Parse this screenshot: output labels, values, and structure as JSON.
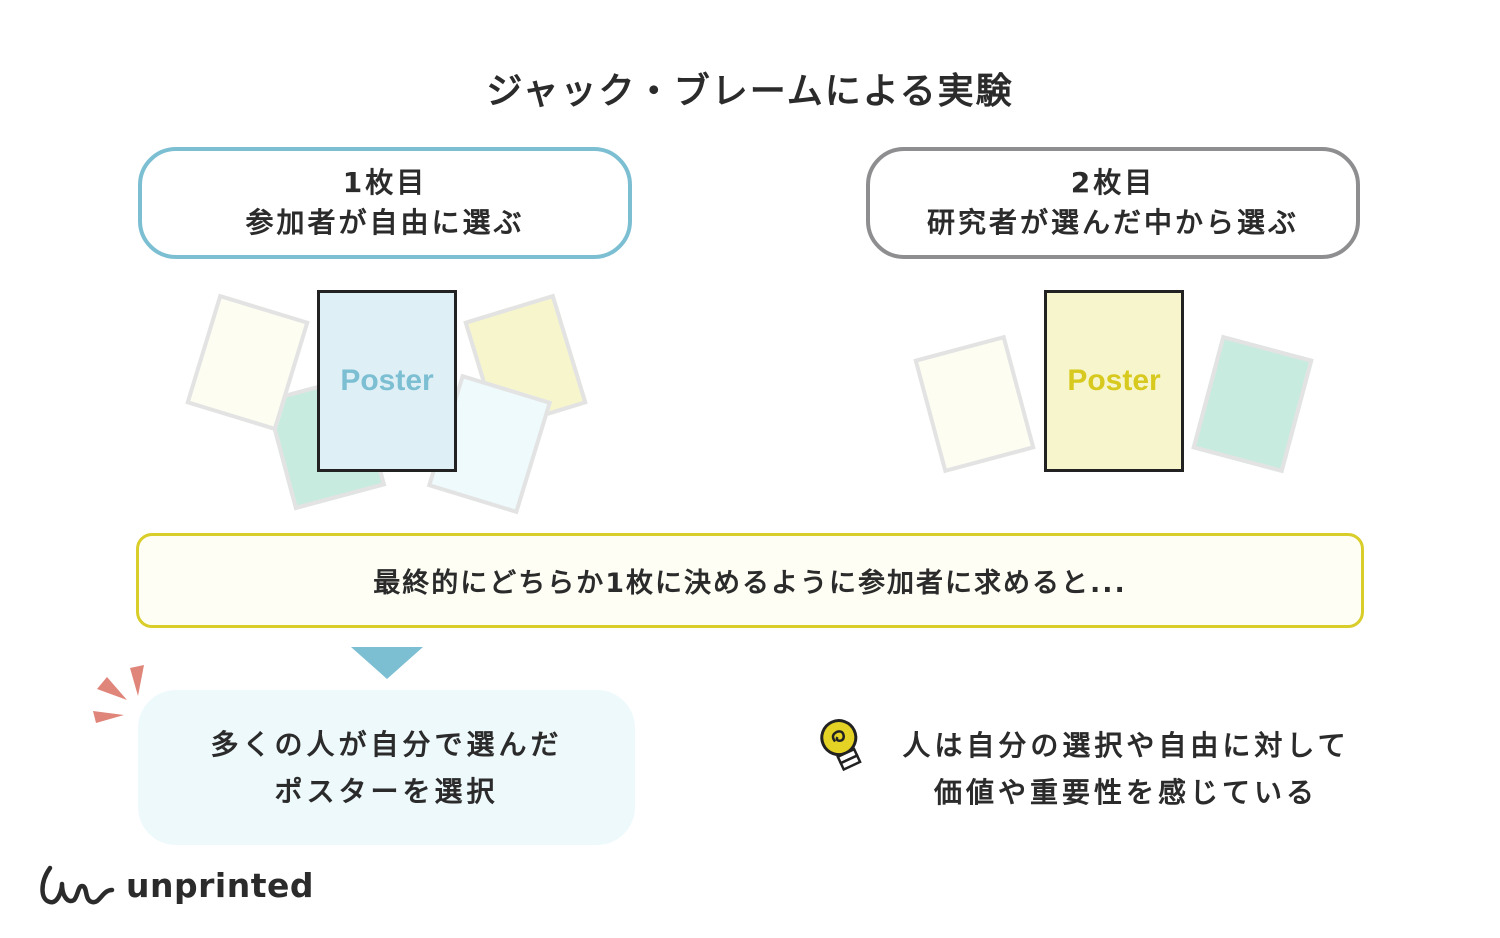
{
  "title": "ジャック・ブレームによる実験",
  "colors": {
    "blue_accent": "#7cbfd3",
    "gray_accent": "#8e8e91",
    "yellow_accent": "#d9cd2a",
    "yellow_text": "#d7c91d",
    "coral_accent": "#e0857a",
    "text": "#2b2b2b"
  },
  "conditions": [
    {
      "line1": "1枚目",
      "line2": "参加者が自由に選ぶ",
      "poster_label": "Poster"
    },
    {
      "line1": "2枚目",
      "line2": "研究者が選んだ中から選ぶ",
      "poster_label": "Poster"
    }
  ],
  "banner": "最終的にどちらか1枚に決めるように参加者に求めると...",
  "result": {
    "line1": "多くの人が自分で選んだ",
    "line2": "ポスターを選択"
  },
  "insight": {
    "icon": "lightbulb-icon",
    "line1": "人は自分の選択や自由に対して",
    "line2": "価値や重要性を感じている"
  },
  "brand": {
    "name": "unprinted"
  }
}
